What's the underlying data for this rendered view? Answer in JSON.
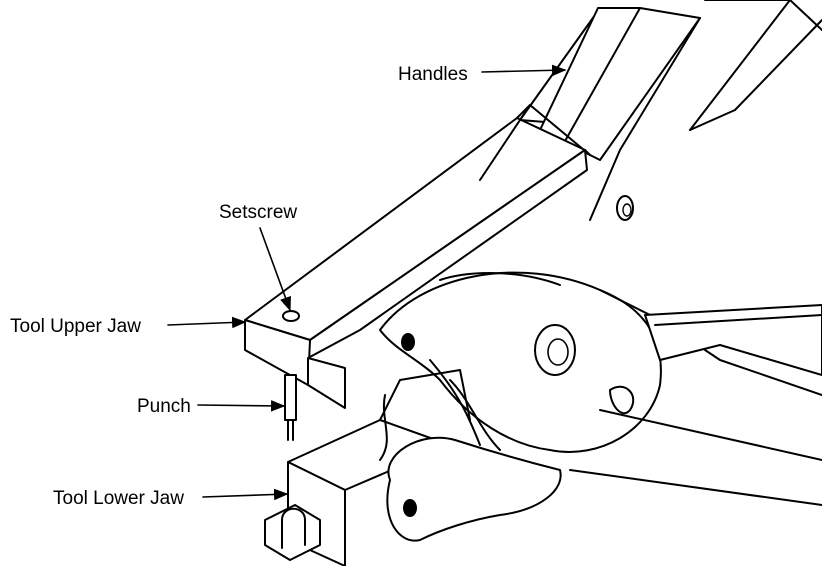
{
  "callouts": {
    "handles": "Handles",
    "setscrew": "Setscrew",
    "upper_jaw": "Tool Upper Jaw",
    "punch": "Punch",
    "lower_jaw": "Tool Lower Jaw"
  }
}
